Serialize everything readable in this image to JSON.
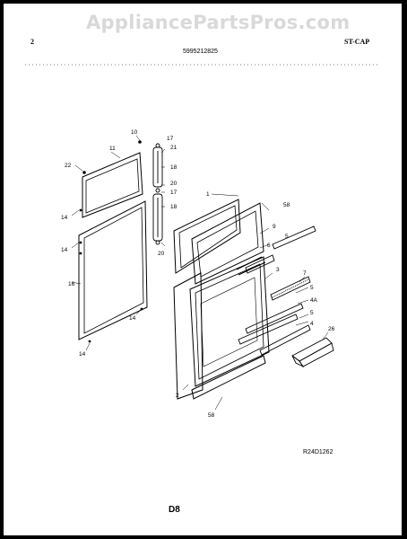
{
  "watermark": "AppliancePartsPros.com",
  "header": {
    "page_left": "2",
    "part_number": "5995212825",
    "model_code": "ST-CAP"
  },
  "callouts": {
    "c10": "10",
    "c11": "11",
    "c22": "22",
    "c14a": "14",
    "c14b": "14",
    "c14c": "14",
    "c14d": "14",
    "c16": "16",
    "c17a": "17",
    "c21": "21",
    "c18a": "18",
    "c20a": "20",
    "c17b": "17",
    "c18b": "18",
    "c20b": "20",
    "c1": "1",
    "c58a": "58",
    "c9": "9",
    "c5a": "5",
    "c6": "6",
    "c3": "3",
    "c7": "7",
    "c5b": "5",
    "c4A": "4A",
    "c5c": "5",
    "c4": "4",
    "c26": "26",
    "c2": "2",
    "c58b": "58"
  },
  "figure_code": "R24D1262",
  "footer_code": "D8"
}
